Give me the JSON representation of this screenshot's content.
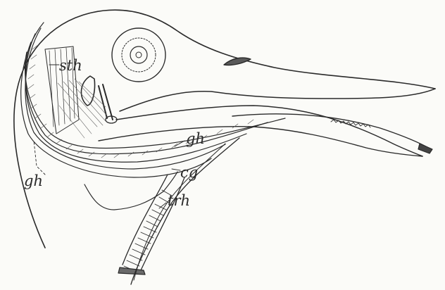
{
  "figure": {
    "labels": {
      "sth": "sth",
      "gh_upper": "gh",
      "gh_lower": "gh",
      "cg": "cg",
      "trh": "trh"
    },
    "ink_color": "#2a2a2a",
    "paper_color": "#fbfbf8"
  }
}
